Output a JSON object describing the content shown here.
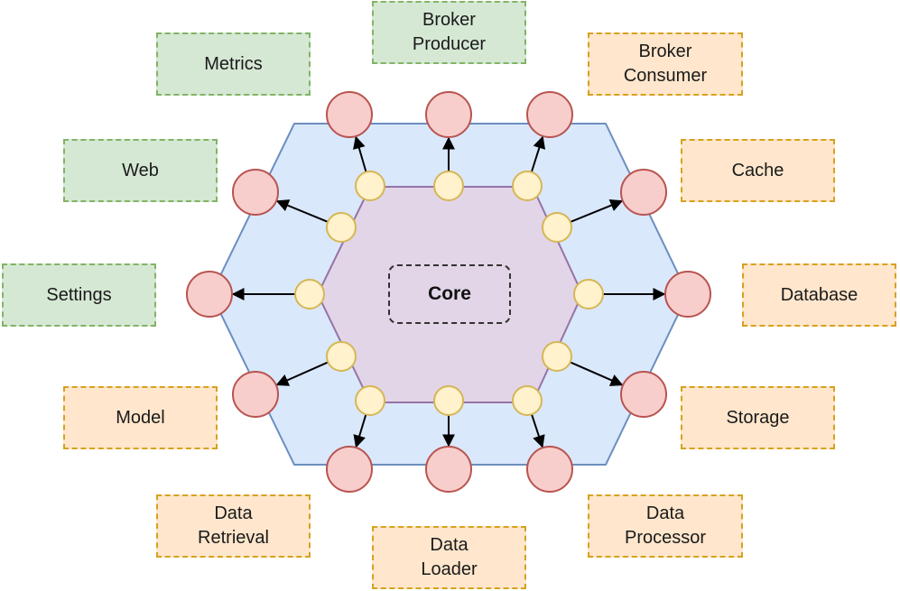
{
  "core": {
    "label": "Core"
  },
  "adapters": [
    {
      "id": "broker-producer",
      "label": "Broker\nProducer",
      "kind": "green"
    },
    {
      "id": "broker-consumer",
      "label": "Broker\nConsumer",
      "kind": "orange"
    },
    {
      "id": "metrics",
      "label": "Metrics",
      "kind": "green"
    },
    {
      "id": "web",
      "label": "Web",
      "kind": "green"
    },
    {
      "id": "cache",
      "label": "Cache",
      "kind": "orange"
    },
    {
      "id": "settings",
      "label": "Settings",
      "kind": "green"
    },
    {
      "id": "database",
      "label": "Database",
      "kind": "orange"
    },
    {
      "id": "model",
      "label": "Model",
      "kind": "orange"
    },
    {
      "id": "storage",
      "label": "Storage",
      "kind": "orange"
    },
    {
      "id": "data-retrieval",
      "label": "Data\nRetrieval",
      "kind": "orange"
    },
    {
      "id": "data-processor",
      "label": "Data\nProcessor",
      "kind": "orange"
    },
    {
      "id": "data-loader",
      "label": "Data\nLoader",
      "kind": "orange"
    }
  ],
  "colors": {
    "outer_hexagon_fill": "#dae8fc",
    "outer_hexagon_stroke": "#6c8ebf",
    "inner_hexagon_fill": "#e1d5e7",
    "inner_hexagon_stroke": "#9673a6",
    "port_fill": "#fff2cc",
    "port_stroke": "#d6b656",
    "adapter_circle_fill": "#f8cecc",
    "adapter_circle_stroke": "#b85450",
    "arrow": "#000000"
  }
}
